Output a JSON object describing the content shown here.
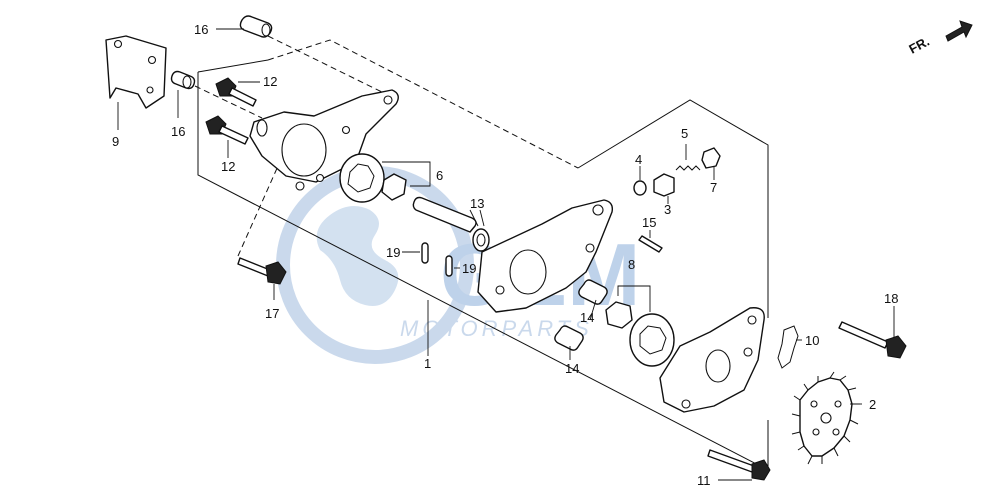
{
  "watermark": {
    "brand": "GEM",
    "sub": "MOTORPARTS"
  },
  "front_marker": {
    "label": "FR."
  },
  "callouts": {
    "c1": "1",
    "c2": "2",
    "c3": "3",
    "c4": "4",
    "c5": "5",
    "c6": "6",
    "c7": "7",
    "c8": "8",
    "c9": "9",
    "c10": "10",
    "c11": "11",
    "c12a": "12",
    "c12b": "12",
    "c13": "13",
    "c14a": "14",
    "c14b": "14",
    "c15": "15",
    "c16a": "16",
    "c16b": "16",
    "c17": "17",
    "c18": "18",
    "c19a": "19",
    "c19b": "19"
  },
  "colors": {
    "watermark": "#a9c3e3",
    "ink": "#111111"
  }
}
